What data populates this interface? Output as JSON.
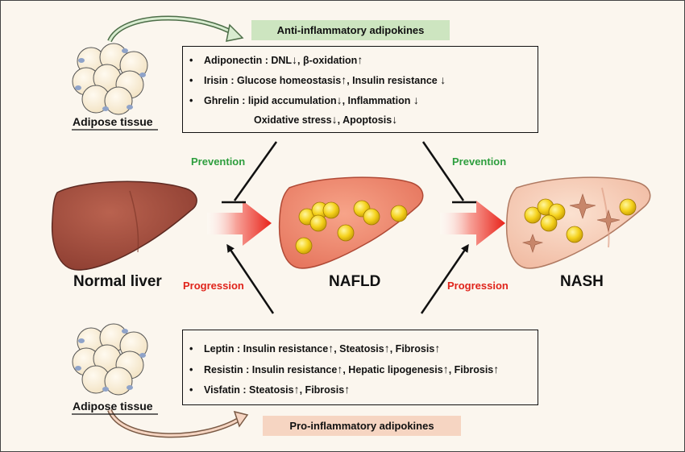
{
  "top_banner": "Anti-inflammatory adipokines",
  "bottom_banner": "Pro-inflammatory adipokines",
  "adipose_label_top": "Adipose tissue",
  "adipose_label_bottom": "Adipose tissue",
  "prevention_left": "Prevention",
  "prevention_right": "Prevention",
  "progression_left": "Progression",
  "progression_right": "Progression",
  "stage_normal": "Normal liver",
  "stage_nafld": "NAFLD",
  "stage_nash": "NASH",
  "bullet": "•",
  "arrow_up": "↑",
  "arrow_down": "↓",
  "anti": {
    "l1a": "Adiponectin : DNL",
    "l1b": ", β-oxidation",
    "l2a": "Irisin : Glucose homeostasis",
    "l2b": ", Insulin resistance",
    "l3a": "Ghrelin : lipid accumulation",
    "l3b": ", Inflammation",
    "l4a": "Oxidative stress",
    "l4b": ", Apoptosis"
  },
  "pro": {
    "l1a": "Leptin : Insulin resistance",
    "l1b": ", Steatosis",
    "l1c": ", Fibrosis",
    "l2a": "Resistin : Insulin resistance",
    "l2b": ", Hepatic lipogenesis",
    "l2c": ", Fibrosis",
    "l3a": "Visfatin : Steatosis",
    "l3b": ", Fibrosis"
  },
  "colors": {
    "anti_banner": "#cde5c0",
    "pro_banner": "#f6d5c2",
    "prevention": "#2e9e3e",
    "progression": "#e0241b",
    "normal_liver": "#9c4a3c",
    "nafld_liver": "#f0876e",
    "nash_liver": "#f6cdb6",
    "fat": "#f5d21c"
  }
}
